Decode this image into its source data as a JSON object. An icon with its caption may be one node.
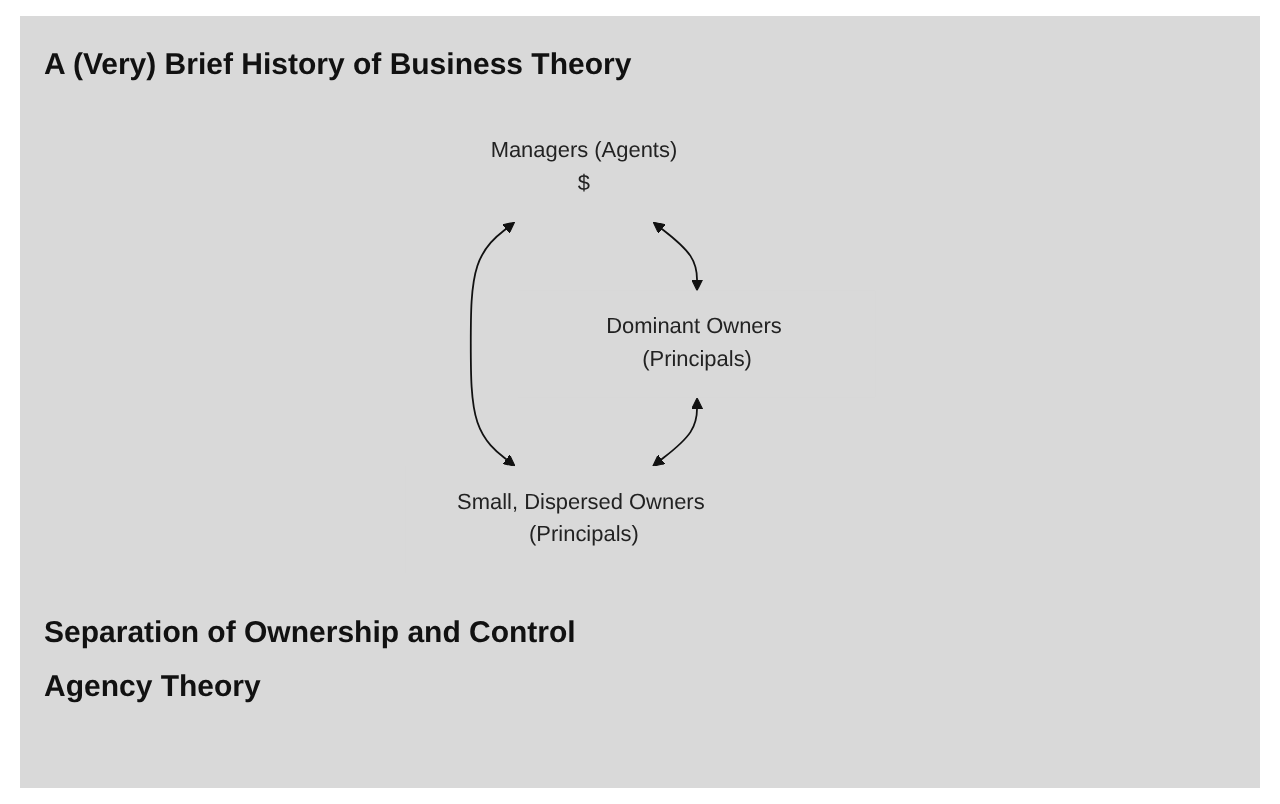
{
  "diagram": {
    "title": "A (Very) Brief History of Business Theory",
    "nodes": [
      {
        "text": [
          "Managers (Agents)",
          "$"
        ]
      },
      {
        "text": [
          "Dominant Owners (Principals)"
        ]
      },
      {
        "text": [
          "Small, Dispersed Owners (Principals)"
        ]
      }
    ],
    "edges": [
      {
        "from": 0,
        "to": 1,
        "arrow": "both"
      },
      {
        "from": 0,
        "to": 2,
        "arrow": "both"
      },
      {
        "from": 1,
        "to": 2,
        "arrow": "both"
      }
    ],
    "labels": [
      "Separation of Ownership and Control",
      "Agency Theory"
    ]
  }
}
